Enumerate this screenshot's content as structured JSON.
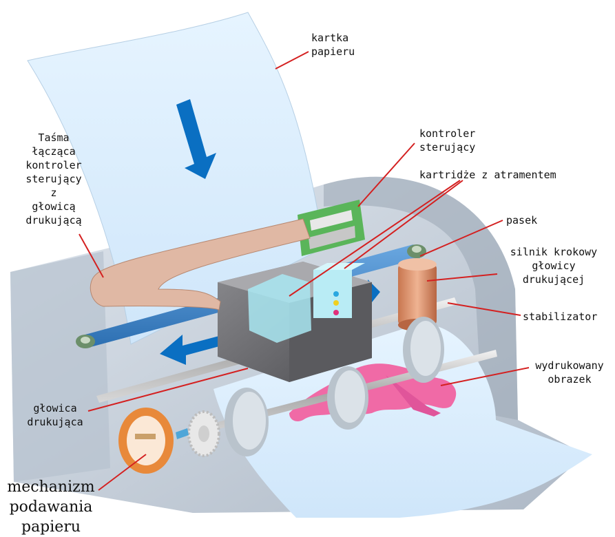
{
  "labels": {
    "paper_sheet": "kartka\npapieru",
    "ribbon_cable": "Taśma\nłącząca\nkontroler\nsterujący\nz\ngłowicą\ndrukującą",
    "controller": "kontroler\nsterujący",
    "ink_cartridges": "kartridże z atramentem",
    "belt": "pasek",
    "stepper_motor": "silnik krokowy\ngłowicy\ndrukującej",
    "stabilizer": "stabilizator",
    "printed_image": "wydrukowany\nobrazek",
    "print_head": "głowica\ndrukująca",
    "paper_feed": "mechanizm\npodawania\npapieru"
  },
  "colors": {
    "leader_line": "#d42020",
    "paper": "#dcefff",
    "arrow": "#0a6fc2",
    "housing": "#c9d3df",
    "ribbon": "#e0b8a4",
    "head_body": "#6e6e72",
    "cartridge": "#a9e8f2",
    "motor": "#d48a64",
    "feed_roller": "#e8893a",
    "printed_image": "#f06aa6",
    "circuit_board": "#5ab55a"
  }
}
